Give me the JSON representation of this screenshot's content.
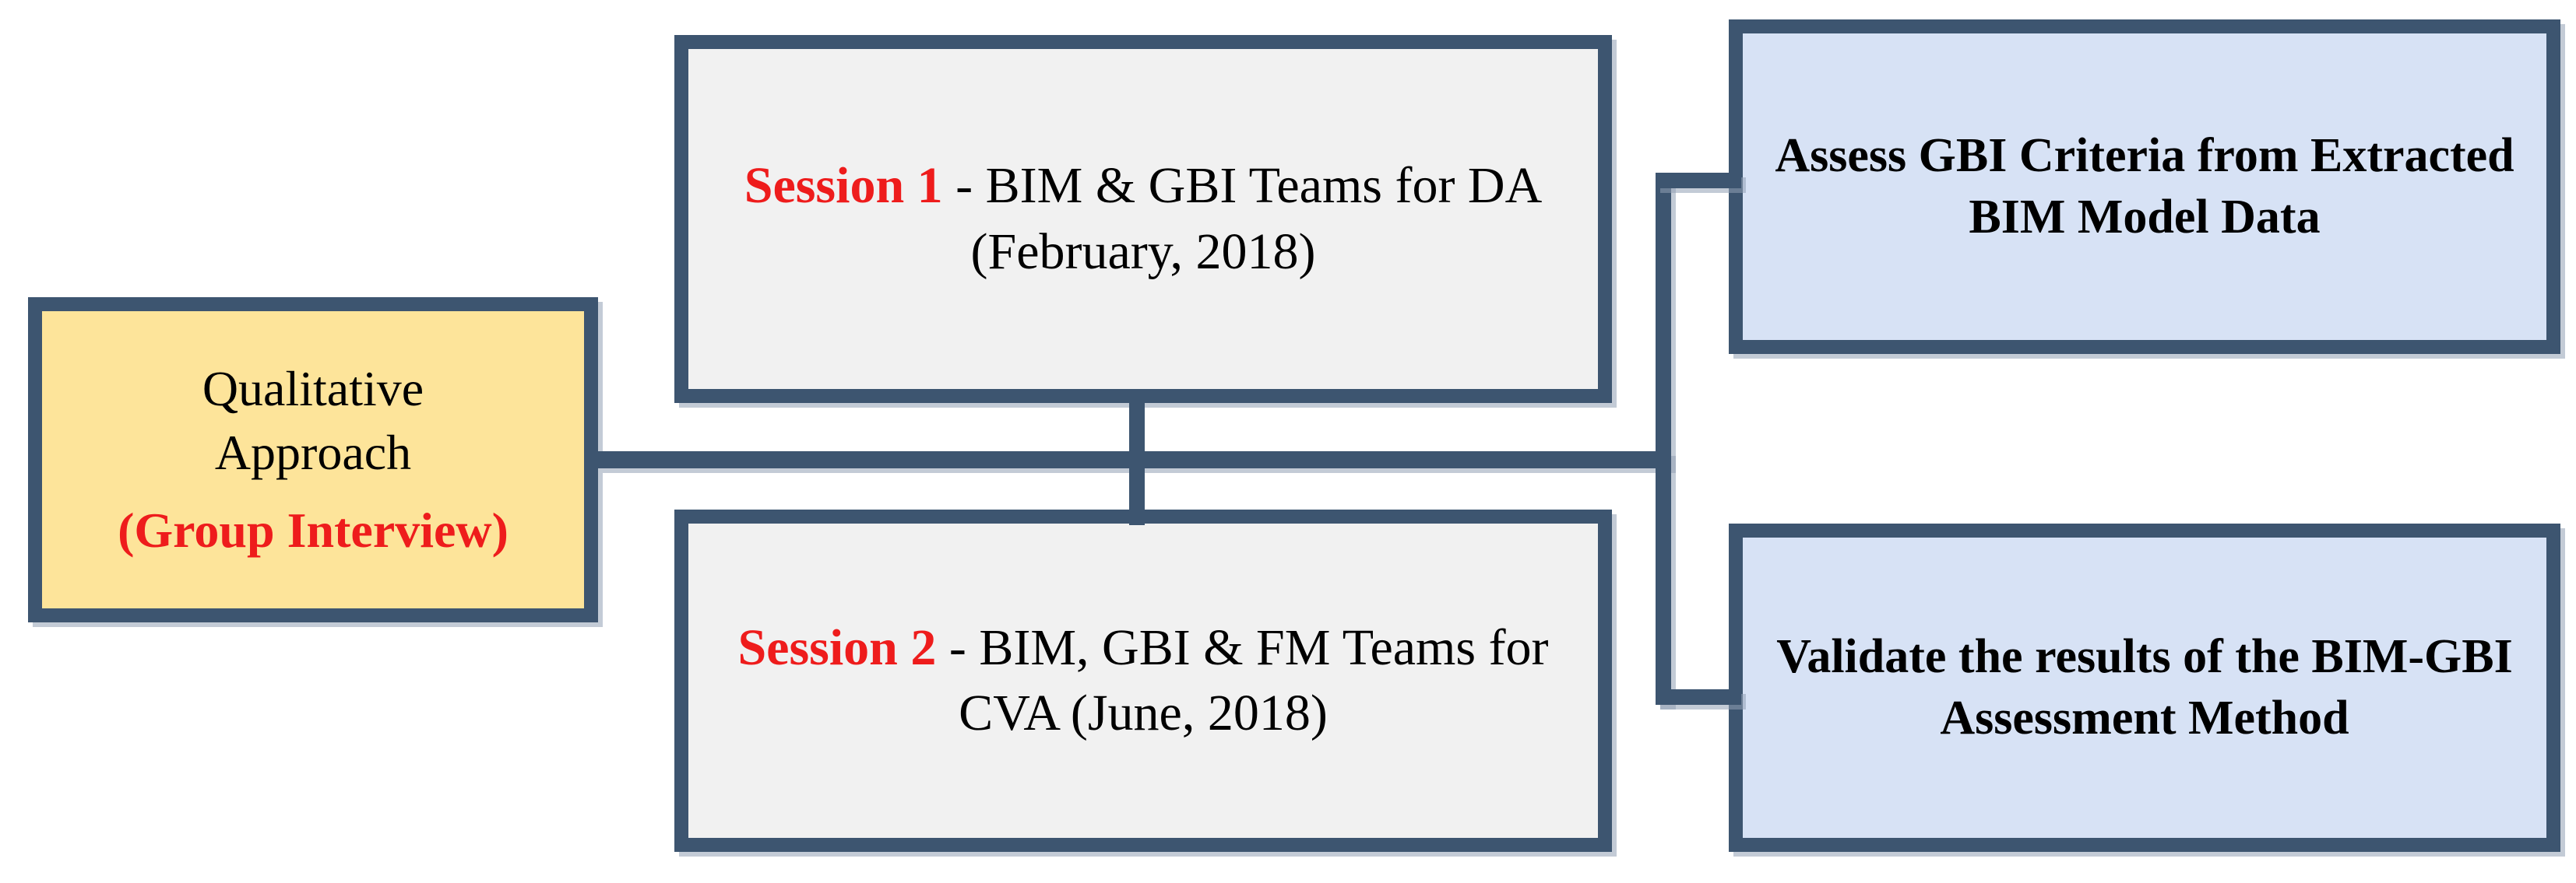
{
  "diagram": {
    "title": "Qualitative Approach Research Flow",
    "palette": {
      "border": "#3D5570",
      "accent_red": "#EE1C1C",
      "approach_fill": "#FDE49A",
      "session_fill": "#F1F1F1",
      "outcome_fill": "#D7E2F5",
      "text": "#000000",
      "shadow": "#91A0B4"
    },
    "nodes": {
      "qualitative": {
        "line1": "Qualitative",
        "line2": "Approach",
        "accent": "(Group Interview)",
        "full_text": "Qualitative Approach (Group Interview)"
      },
      "session1": {
        "accent": "Session 1",
        "rest": " - BIM & GBI Teams for DA (February, 2018)",
        "full_text": "Session 1 - BIM & GBI Teams for DA (February, 2018)"
      },
      "session2": {
        "accent": "Session 2",
        "rest": " - BIM, GBI & FM Teams for CVA (June, 2018)",
        "full_text": "Session 2 - BIM, GBI & FM Teams for CVA (June, 2018)"
      },
      "assess": {
        "text": "Assess GBI Criteria from Extracted BIM Model Data"
      },
      "validate": {
        "text": "Validate the results of the BIM-GBI Assessment Method"
      }
    },
    "connectors": [
      {
        "name": "approach-to-sessions-spine",
        "from": "qualitative",
        "to": "session-group"
      },
      {
        "name": "session1-to-session2-link",
        "from": "session1",
        "to": "session2"
      },
      {
        "name": "sessions-to-outcomes-riser",
        "from": "session-group",
        "to": "outcome-group"
      },
      {
        "name": "riser-to-assess-stub",
        "from": "sessions-to-outcomes-riser",
        "to": "assess"
      },
      {
        "name": "riser-to-validate-stub",
        "from": "sessions-to-outcomes-riser",
        "to": "validate"
      }
    ]
  }
}
